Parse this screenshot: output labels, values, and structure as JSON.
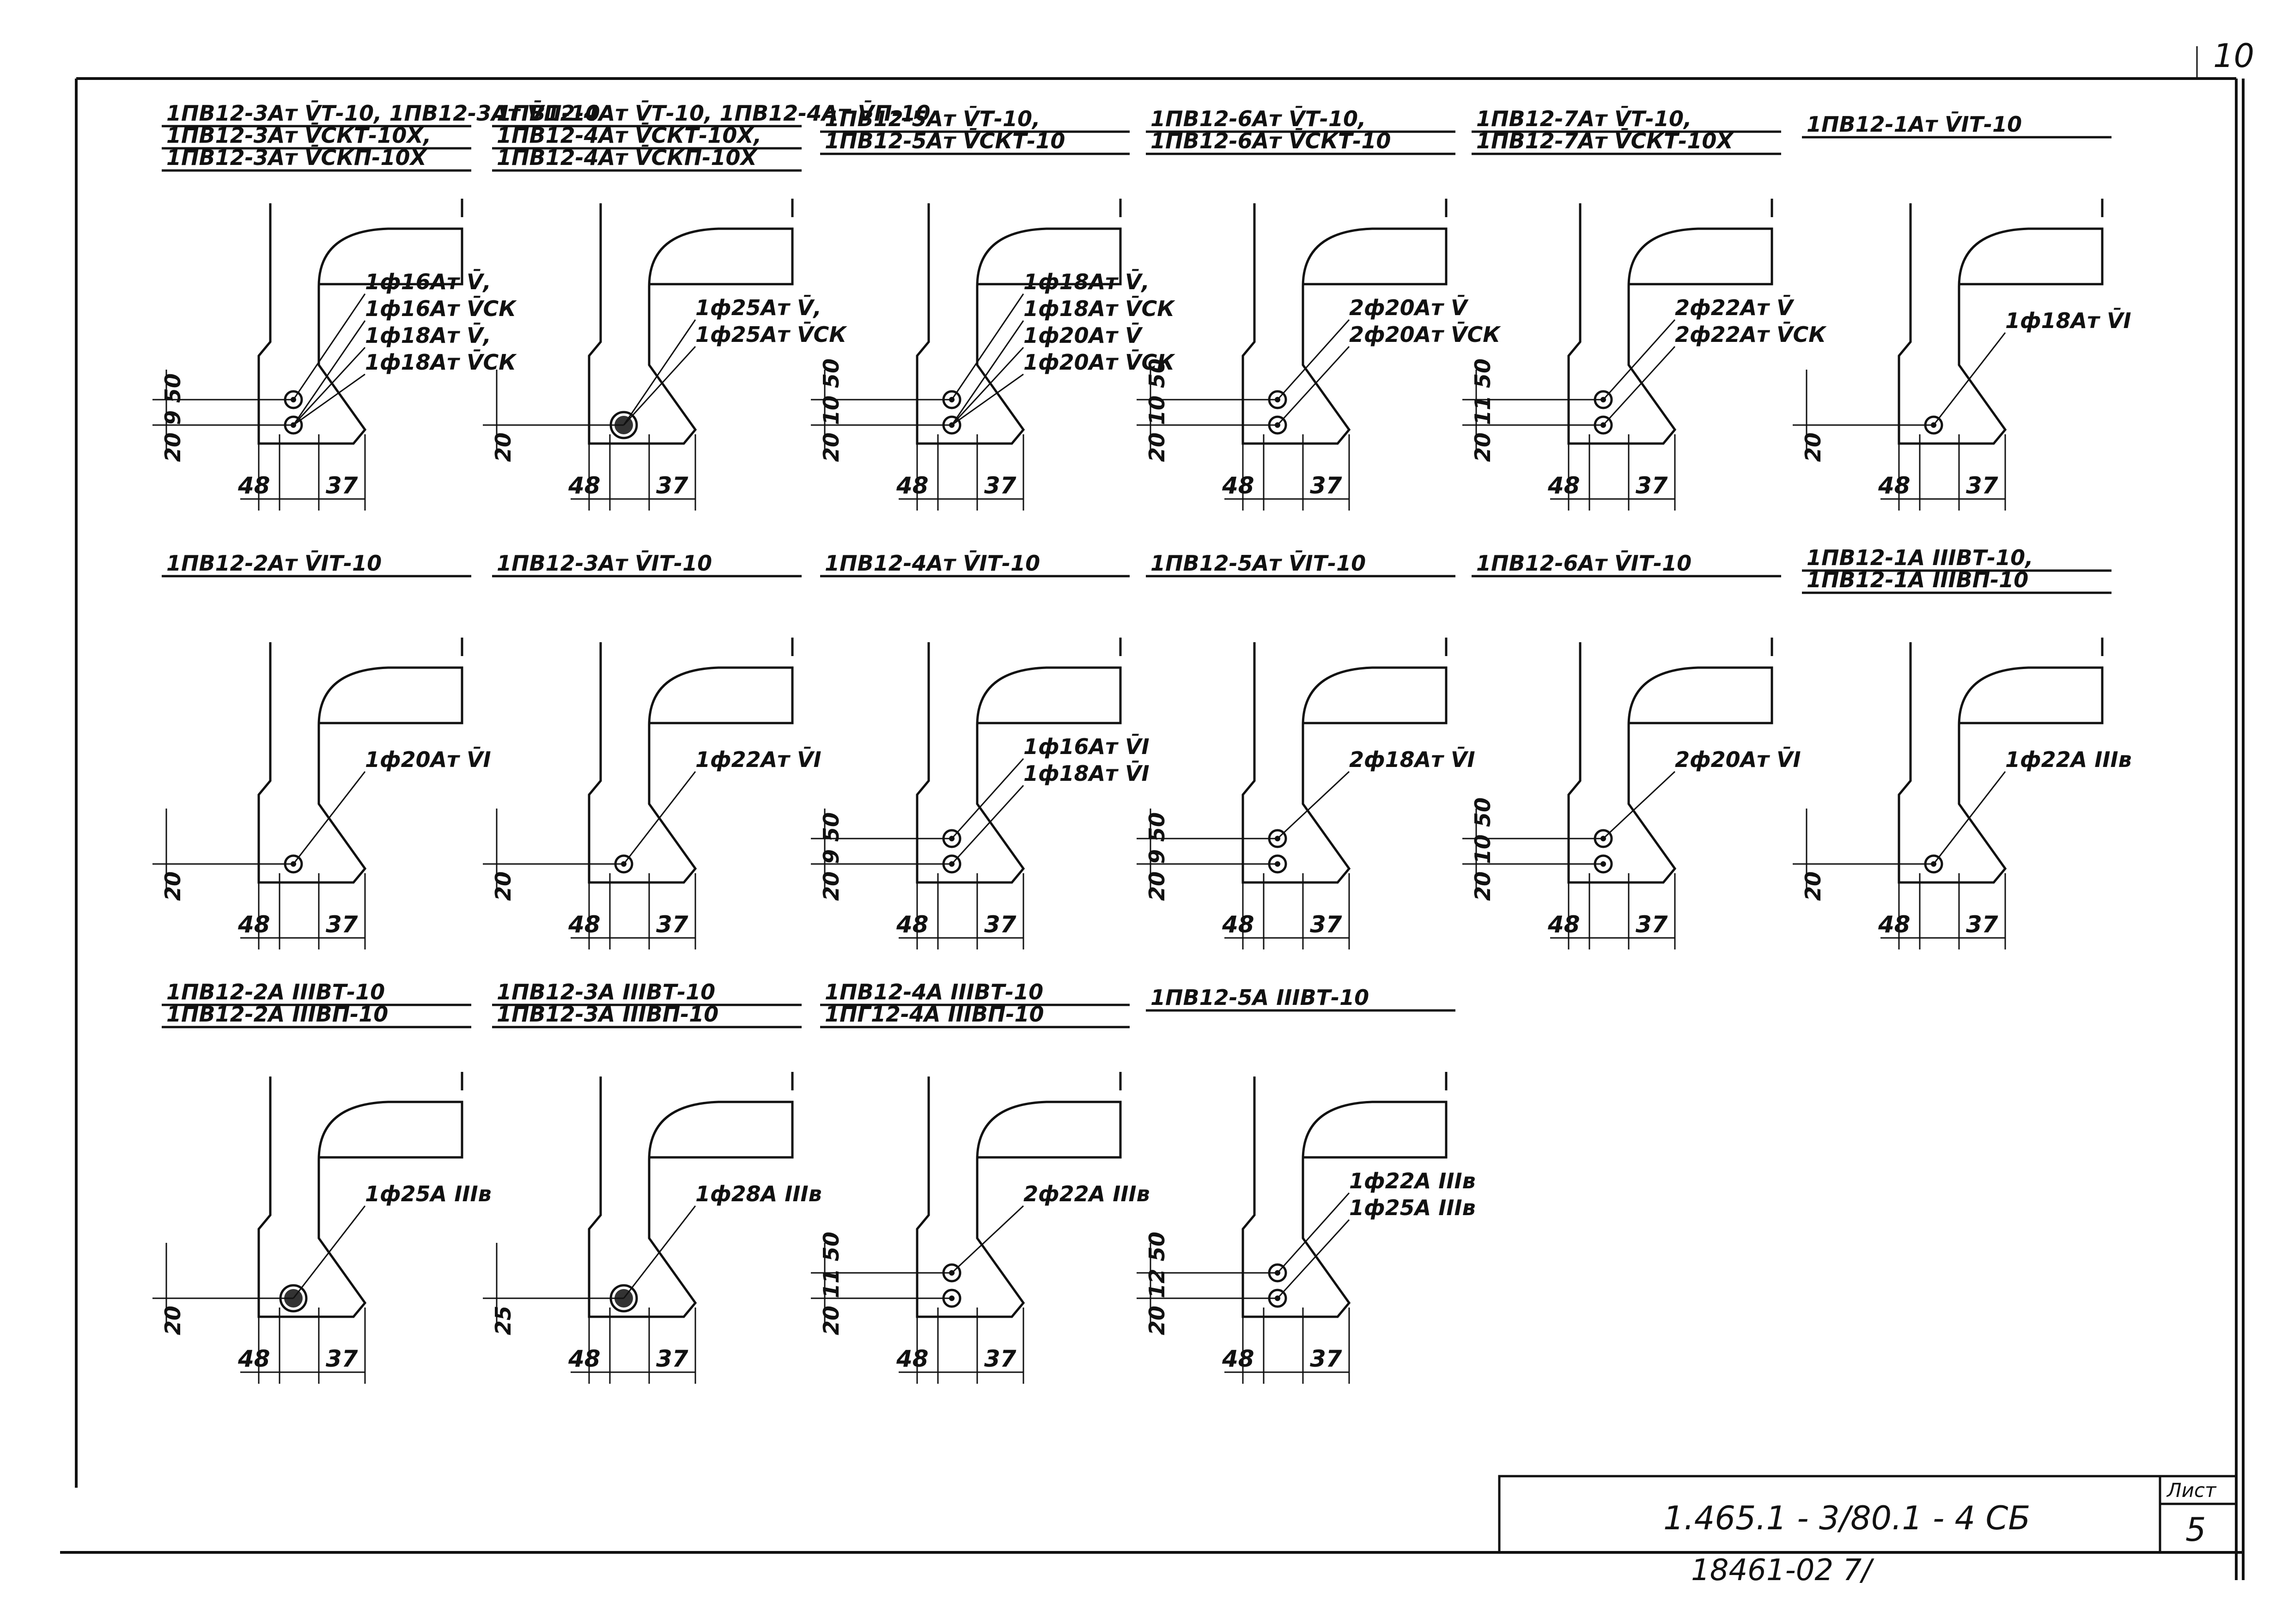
{
  "page_number": "10",
  "title_block": {
    "code": "1.465.1 - 3/80.1 - 4 CБ",
    "sheet_label": "Лист",
    "sheet_number": "5",
    "bottom_note": "18461-02 7/"
  },
  "dimensions": {
    "left": "48",
    "right": "37"
  },
  "details": [
    {
      "titles": [
        "1ПВ12-3Ат V̄Т-10, 1ПВ12-3Ат V̄П-10",
        "1ПВ12-3Ат V̄СКТ-10Х,",
        "1ПВ12-3Ат V̄СКП-10Х"
      ],
      "callouts": [
        "1ф16Ат V̄,",
        "1ф16Ат V̄СК",
        "1ф18Ат V̄,",
        "1ф18Ат V̄СК"
      ],
      "vdim": "20 9 50",
      "bars": 2,
      "big": false
    },
    {
      "titles": [
        "1ПВ12-4Ат V̄Т-10, 1ПВ12-4Ат V̄П-10",
        "1ПВ12-4Ат V̄СКТ-10Х,",
        "1ПВ12-4Ат V̄СКП-10Х"
      ],
      "callouts": [
        "1ф25Ат V̄,",
        "1ф25Ат V̄СК"
      ],
      "vdim": "20",
      "bars": 1,
      "big": true
    },
    {
      "titles": [
        "1ПВ12-5Ат V̄Т-10,",
        "1ПВ12-5Ат V̄СКТ-10"
      ],
      "callouts": [
        "1ф18Ат V̄,",
        "1ф18Ат V̄СК",
        "1ф20Ат V̄",
        "1ф20Ат V̄СК"
      ],
      "vdim": "20 10 50",
      "bars": 2,
      "big": false
    },
    {
      "titles": [
        "1ПВ12-6Ат V̄Т-10,",
        "1ПВ12-6Ат V̄СКТ-10"
      ],
      "callouts": [
        "2ф20Ат V̄",
        "2ф20Ат V̄СК"
      ],
      "vdim": "20 10 50",
      "bars": 2,
      "big": false
    },
    {
      "titles": [
        "1ПВ12-7Ат V̄Т-10,",
        "1ПВ12-7Ат V̄СКТ-10Х"
      ],
      "callouts": [
        "2ф22Ат V̄",
        "2ф22Ат V̄СК"
      ],
      "vdim": "20 11 50",
      "bars": 2,
      "big": false
    },
    {
      "titles": [
        "1ПВ12-1Ат V̄IТ-10"
      ],
      "callouts": [
        "1ф18Ат V̄I"
      ],
      "vdim": "20",
      "bars": 1,
      "big": false
    },
    {
      "titles": [
        "1ПВ12-2Ат V̄IТ-10"
      ],
      "callouts": [
        "1ф20Ат V̄I"
      ],
      "vdim": "20",
      "bars": 1,
      "big": false
    },
    {
      "titles": [
        "1ПВ12-3Ат V̄IТ-10"
      ],
      "callouts": [
        "1ф22Ат V̄I"
      ],
      "vdim": "20",
      "bars": 1,
      "big": false
    },
    {
      "titles": [
        "1ПВ12-4Ат V̄IТ-10"
      ],
      "callouts": [
        "1ф16Ат V̄I",
        "1ф18Ат V̄I"
      ],
      "vdim": "20 9 50",
      "bars": 2,
      "big": false
    },
    {
      "titles": [
        "1ПВ12-5Ат V̄IТ-10"
      ],
      "callouts": [
        "2ф18Ат V̄I"
      ],
      "vdim": "20 9 50",
      "bars": 2,
      "big": false
    },
    {
      "titles": [
        "1ПВ12-6Ат V̄IТ-10"
      ],
      "callouts": [
        "2ф20Ат V̄I"
      ],
      "vdim": "20 10 50",
      "bars": 2,
      "big": false
    },
    {
      "titles": [
        "1ПВ12-1А ІІІВТ-10,",
        "1ПВ12-1А ІІІВП-10"
      ],
      "callouts": [
        "1ф22А ІІІв"
      ],
      "vdim": "20",
      "bars": 1,
      "big": false
    },
    {
      "titles": [
        "1ПВ12-2А ІІІВТ-10",
        "1ПВ12-2А ІІІВП-10"
      ],
      "callouts": [
        "1ф25А ІІІв"
      ],
      "vdim": "20",
      "bars": 1,
      "big": true
    },
    {
      "titles": [
        "1ПВ12-3А ІІІВТ-10",
        "1ПВ12-3А ІІІВП-10"
      ],
      "callouts": [
        "1ф28А ІІІв"
      ],
      "vdim": "25",
      "bars": 1,
      "big": true
    },
    {
      "titles": [
        "1ПВ12-4А ІІІВТ-10",
        "1ПГ12-4А ІІІВП-10"
      ],
      "callouts": [
        "2ф22А ІІІв"
      ],
      "vdim": "20 11 50",
      "bars": 2,
      "big": false
    },
    {
      "titles": [
        "1ПВ12-5А ІІІВТ-10"
      ],
      "callouts": [
        "1ф22А ІІІв",
        "1ф25А ІІІв"
      ],
      "vdim": "20 12 50",
      "bars": 2,
      "big": false
    }
  ]
}
